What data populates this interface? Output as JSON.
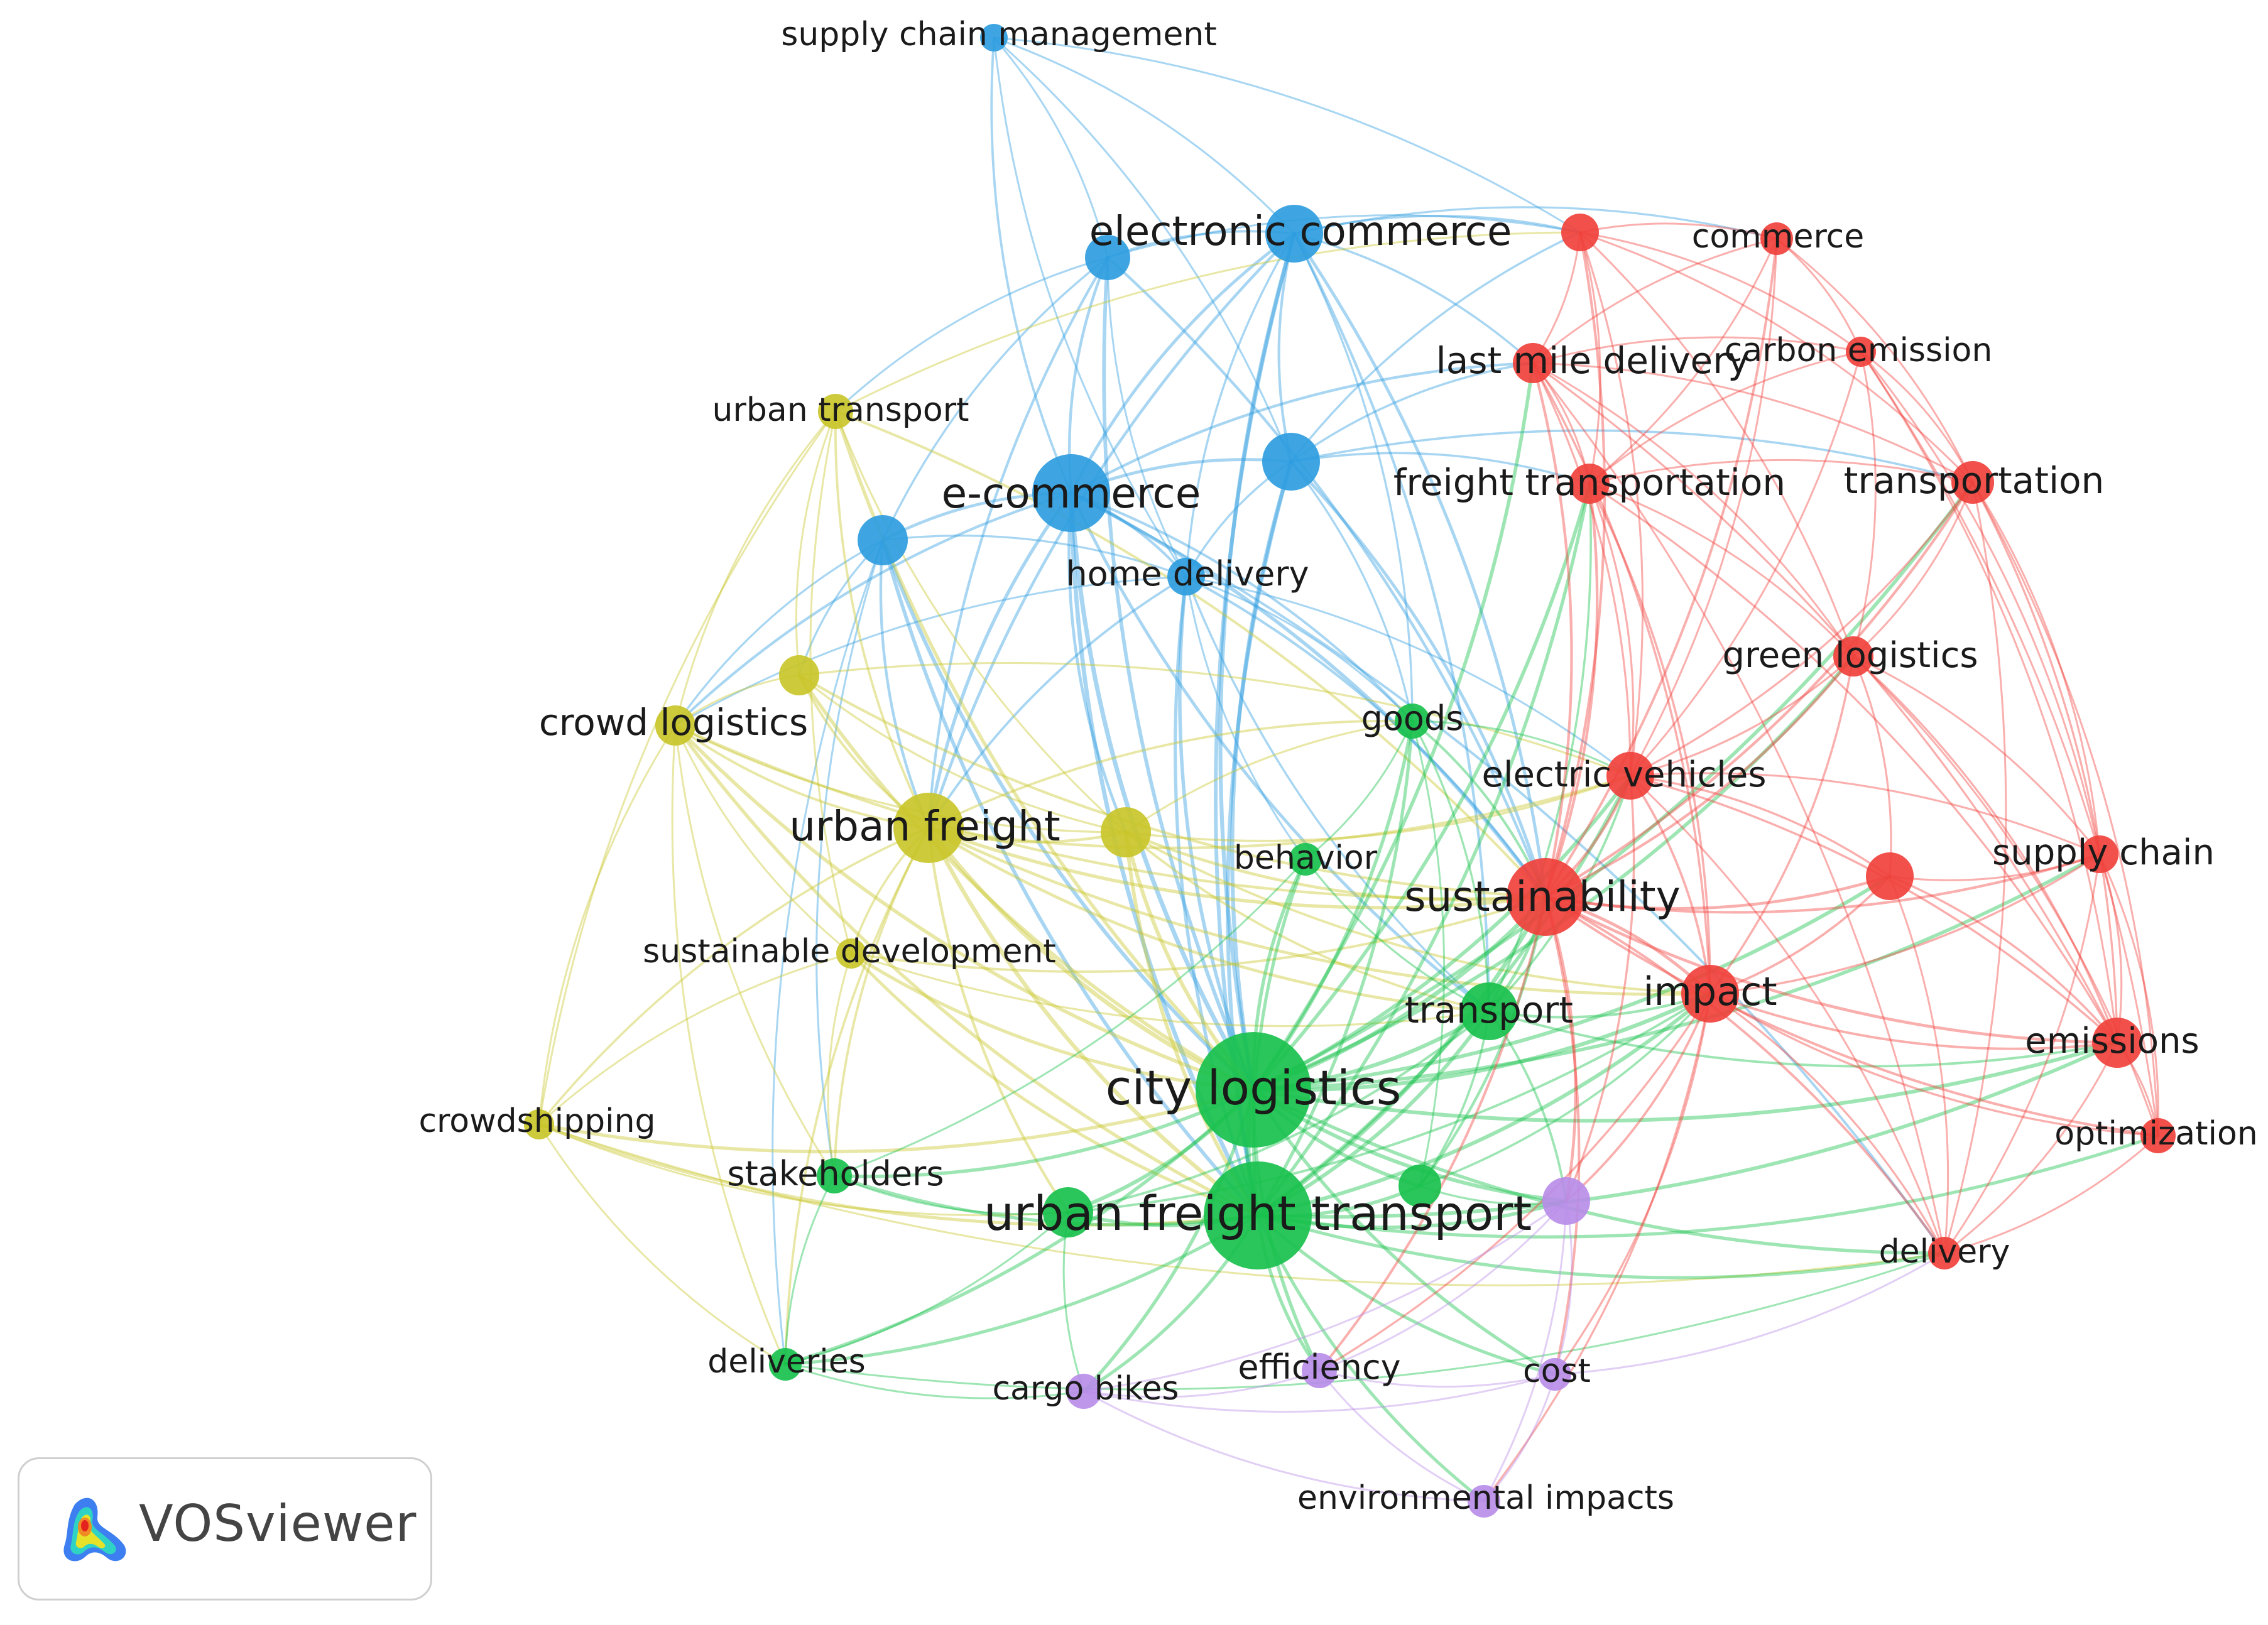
{
  "colors": {
    "red": "#f0413c",
    "green": "#19c14d",
    "blue": "#2f9de0",
    "yellow": "#c9c62a",
    "purple": "#b98de8"
  },
  "nodes": [
    {
      "id": "supply_chain_management",
      "label": "supply chain management",
      "cluster": "blue"
    },
    {
      "id": "electronic_commerce",
      "label": "electronic commerce",
      "cluster": "blue"
    },
    {
      "id": "blue_a",
      "label": "",
      "cluster": "blue"
    },
    {
      "id": "e_commerce",
      "label": "e-commerce",
      "cluster": "blue"
    },
    {
      "id": "blue_b",
      "label": "",
      "cluster": "blue"
    },
    {
      "id": "blue_c",
      "label": "",
      "cluster": "blue"
    },
    {
      "id": "home_delivery",
      "label": "home delivery",
      "cluster": "blue"
    },
    {
      "id": "urban_transport",
      "label": "urban transport",
      "cluster": "yellow"
    },
    {
      "id": "yellow_a",
      "label": "",
      "cluster": "yellow"
    },
    {
      "id": "crowd_logistics",
      "label": "crowd logistics",
      "cluster": "yellow"
    },
    {
      "id": "urban_freight",
      "label": "urban freight",
      "cluster": "yellow"
    },
    {
      "id": "yellow_b",
      "label": "",
      "cluster": "yellow"
    },
    {
      "id": "sustainable_development",
      "label": "sustainable development",
      "cluster": "yellow"
    },
    {
      "id": "crowdshipping",
      "label": "crowdshipping",
      "cluster": "yellow"
    },
    {
      "id": "goods",
      "label": "goods",
      "cluster": "green"
    },
    {
      "id": "behavior",
      "label": "behavior",
      "cluster": "green"
    },
    {
      "id": "transport",
      "label": "transport",
      "cluster": "green"
    },
    {
      "id": "city_logistics",
      "label": "city logistics",
      "cluster": "green"
    },
    {
      "id": "green_a",
      "label": "",
      "cluster": "green"
    },
    {
      "id": "stakeholders",
      "label": "stakeholders",
      "cluster": "green"
    },
    {
      "id": "urban_freight_transport",
      "label": "urban freight transport",
      "cluster": "green"
    },
    {
      "id": "green_b",
      "label": "",
      "cluster": "green"
    },
    {
      "id": "deliveries",
      "label": "deliveries",
      "cluster": "green"
    },
    {
      "id": "red_a",
      "label": "",
      "cluster": "red"
    },
    {
      "id": "commerce",
      "label": "commerce",
      "cluster": "red"
    },
    {
      "id": "last_mile_delivery",
      "label": "last mile delivery",
      "cluster": "red"
    },
    {
      "id": "carbon_emission",
      "label": "carbon emission",
      "cluster": "red"
    },
    {
      "id": "freight_transportation",
      "label": "freight transportation",
      "cluster": "red"
    },
    {
      "id": "transportation",
      "label": "transportation",
      "cluster": "red"
    },
    {
      "id": "green_logistics",
      "label": "green logistics",
      "cluster": "red"
    },
    {
      "id": "electric_vehicles",
      "label": "electric vehicles",
      "cluster": "red"
    },
    {
      "id": "red_b",
      "label": "",
      "cluster": "red"
    },
    {
      "id": "supply_chain",
      "label": "supply chain",
      "cluster": "red"
    },
    {
      "id": "sustainability",
      "label": "sustainability",
      "cluster": "red"
    },
    {
      "id": "impact",
      "label": "impact",
      "cluster": "red"
    },
    {
      "id": "emissions",
      "label": "emissions",
      "cluster": "red"
    },
    {
      "id": "optimization",
      "label": "optimization",
      "cluster": "red"
    },
    {
      "id": "delivery",
      "label": "delivery",
      "cluster": "red"
    },
    {
      "id": "purple_a",
      "label": "",
      "cluster": "purple"
    },
    {
      "id": "efficiency",
      "label": "efficiency",
      "cluster": "purple"
    },
    {
      "id": "cargo_bikes",
      "label": "cargo bikes",
      "cluster": "purple"
    },
    {
      "id": "cost",
      "label": "cost",
      "cluster": "purple"
    },
    {
      "id": "environmental_impacts",
      "label": "environmental impacts",
      "cluster": "purple"
    }
  ],
  "logo": {
    "text": "VOSviewer",
    "icon": "vosviewer-logo-icon"
  }
}
